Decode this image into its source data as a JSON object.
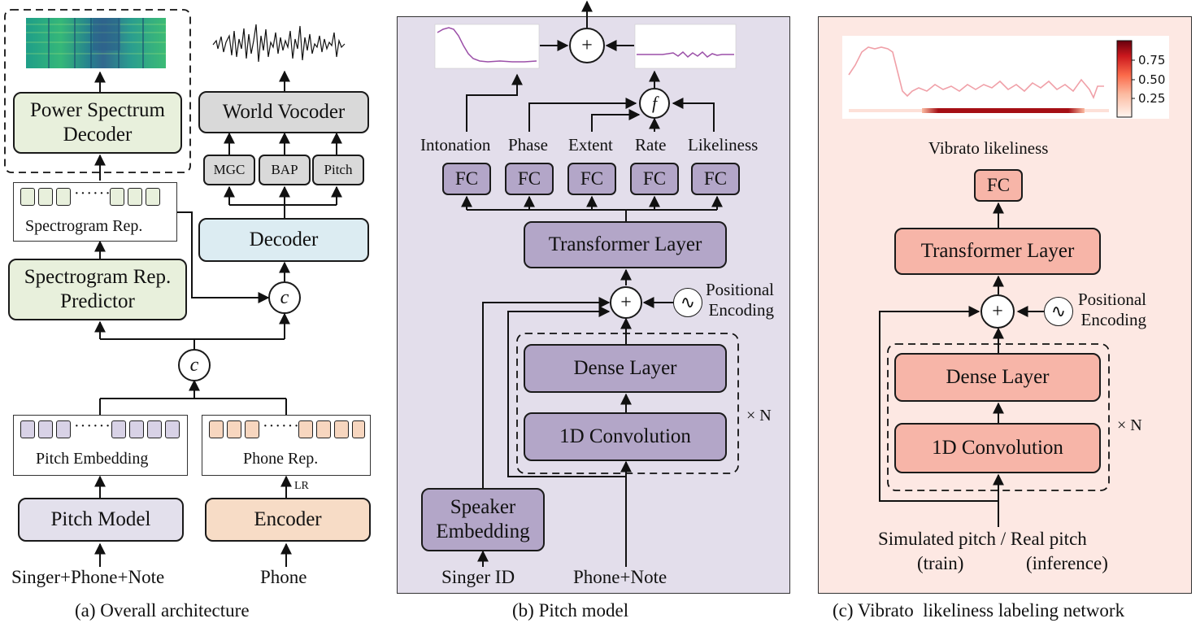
{
  "panel_a": {
    "caption": "(a) Overall architecture",
    "power_spectrum_decoder": "Power Spectrum\nDecoder",
    "world_vocoder": "World Vocoder",
    "mgc": "MGC",
    "bap": "BAP",
    "pitch": "Pitch",
    "spectrogram_rep": "Spectrogram Rep.",
    "decoder": "Decoder",
    "spectrogram_rep_predictor": "Spectrogram Rep.\nPredictor",
    "concat_symbol": "c",
    "pitch_embedding": "Pitch Embedding",
    "phone_rep": "Phone Rep.",
    "lr": "LR",
    "pitch_model": "Pitch Model",
    "encoder": "Encoder",
    "input_left": "Singer+Phone+Note",
    "input_right": "Phone",
    "colors": {
      "decoder_green": "#e8f0dc",
      "decoder_blue": "#dcecf2",
      "vocoder_gray": "#d9d9d9",
      "pitch_model": "#e3e0ec",
      "encoder": "#f7dcc6",
      "pitch_cells": "#d8d2e6",
      "phone_cells": "#f7d6bf"
    }
  },
  "panel_b": {
    "caption": "(b) Pitch model",
    "plus": "+",
    "f": "f",
    "heads": [
      "Intonation",
      "Phase",
      "Extent",
      "Rate",
      "Likeliness"
    ],
    "fc": "FC",
    "transformer": "Transformer Layer",
    "positional": "Positional\nEncoding",
    "dense": "Dense Layer",
    "conv": "1D Convolution",
    "xn": "× N",
    "speaker_embedding": "Speaker\nEmbedding",
    "singer_id": "Singer ID",
    "phone_note": "Phone+Note",
    "colors": {
      "panel_bg": "#e3deeb",
      "box": "#b3a6c8"
    }
  },
  "panel_c": {
    "caption": "(c) Vibrato  likeliness labeling network",
    "colorbar_ticks": [
      "0.75",
      "0.50",
      "0.25"
    ],
    "vibrato_likeliness": "Vibrato likeliness",
    "fc": "FC",
    "transformer": "Transformer Layer",
    "plus": "+",
    "positional": "Positional\nEncoding",
    "dense": "Dense Layer",
    "conv": "1D Convolution",
    "xn": "× N",
    "input_line": "Simulated pitch / Real pitch",
    "train": "(train)",
    "inference": "(inference)",
    "colors": {
      "panel_bg": "#fde8e3",
      "box": "#f7b5a8",
      "colormap_high": "#67000d",
      "colormap_low": "#fff5f0"
    }
  }
}
